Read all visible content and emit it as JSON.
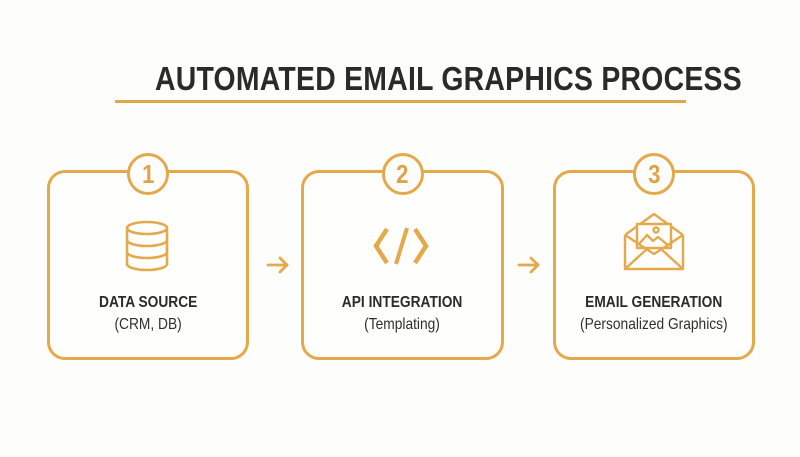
{
  "title": "AUTOMATED EMAIL GRAPHICS PROCESS",
  "colors": {
    "accent": "#e4a94a",
    "text": "#2b2b2b",
    "background": "#fdfdfc"
  },
  "steps": [
    {
      "number": "1",
      "icon": "database-icon",
      "label": "DATA SOURCE",
      "sublabel": "(CRM, DB)"
    },
    {
      "number": "2",
      "icon": "code-icon",
      "label": "API INTEGRATION",
      "sublabel": "(Templating)"
    },
    {
      "number": "3",
      "icon": "envelope-image-icon",
      "label": "EMAIL GENERATION",
      "sublabel": "(Personalized Graphics)"
    }
  ],
  "connectors": [
    {
      "icon": "arrow-right-icon"
    },
    {
      "icon": "arrow-right-icon"
    }
  ]
}
